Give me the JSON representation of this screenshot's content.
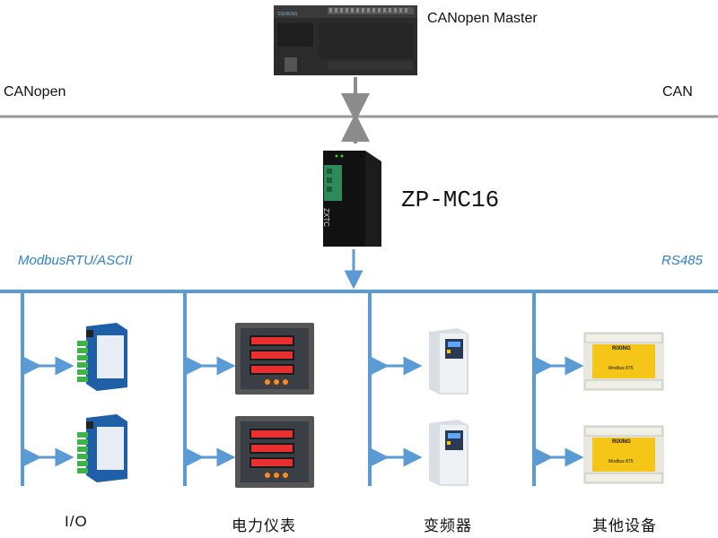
{
  "master": {
    "label": "CANopen Master",
    "brand": "SIEMENS"
  },
  "bus_top": {
    "left_label": "CANopen",
    "right_label": "CAN"
  },
  "gateway": {
    "label": "ZP-MC16",
    "brand": "ZXTC"
  },
  "bus_bottom": {
    "left_label": "ModbusRTU/ASCII",
    "right_label": "RS485"
  },
  "device_labels": {
    "rixing": "RIXING",
    "rixing_sub": "Modbus 875"
  },
  "categories": [
    "I/O",
    "电力仪表",
    "变频器",
    "其他设备"
  ],
  "colors": {
    "gray_line": "#9a9a9a",
    "blue_line": "#5b9bd5",
    "blue_text": "#2e7fcf"
  }
}
